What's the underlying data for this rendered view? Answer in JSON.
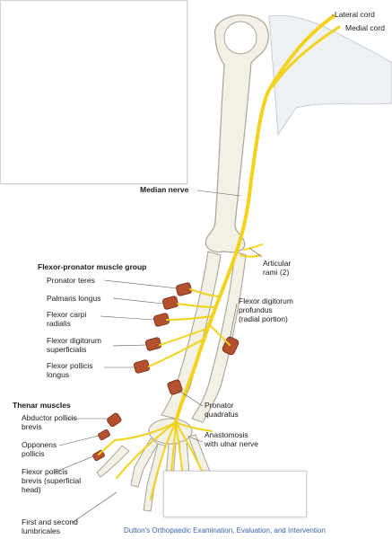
{
  "labels": {
    "lateral_cord": "Lateral cord",
    "medial_cord": "Medial cord",
    "median_nerve": "Median nerve",
    "articular_rami": "Articular\nrami (2)",
    "flexor_pronator_group": "Flexor-pronator muscle group",
    "pronator_teres": "Pronator teres",
    "palmaris_longus": "Palmaris longus",
    "flexor_carpi_radialis": "Flexor carpi\nradialis",
    "flexor_digitorum_superficialis": "Flexor digitorum\nsuperficialis",
    "flexor_pollicis_longus": "Flexor pollicis\nlongus",
    "flexor_digitorum_profundus": "Flexor digitorum\nprofundus\n(radial portion)",
    "pronator_quadratus": "Pronator\nquadratus",
    "anastomosis": "Anastomosis\nwith ulnar nerve",
    "thenar_muscles": "Thenar muscles",
    "abductor_pollicis_brevis": "Abductor pollicis\nbrevis",
    "opponens_pollicis": "Opponens\npollicis",
    "flexor_pollicis_brevis": "Flexor pollicis\nbrevis (superficial\nhead)",
    "lumbricales": "First and second\nlumbricales"
  },
  "caption": "Dutton's Orthopaedic Examination, Evaluation, and Intervention",
  "colors": {
    "nerve": "#f2d21b",
    "nerve_outline": "#c9a800",
    "bone": "#f3f0e6",
    "bone_outline": "#a9a497",
    "muscle": "#b5502f",
    "label_text": "#1a1a1a",
    "caption": "#3a63b0"
  }
}
